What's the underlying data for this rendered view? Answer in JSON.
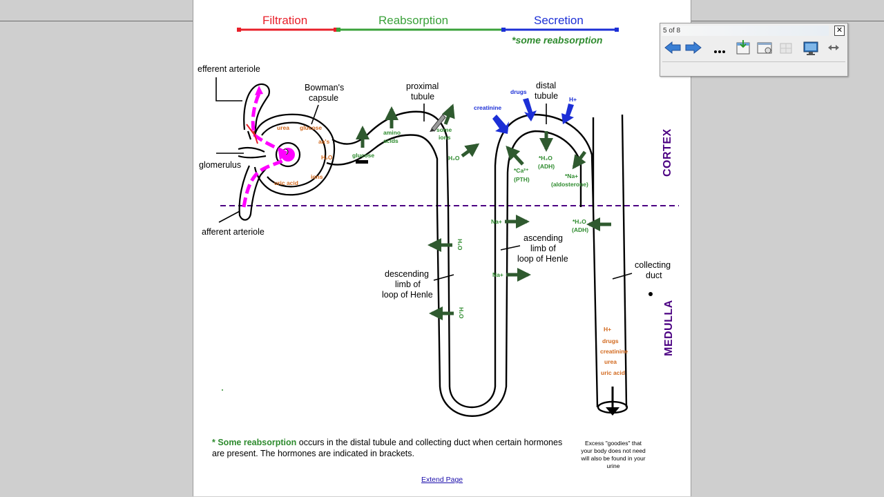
{
  "header": {
    "filtration": "Filtration",
    "reabsorption": "Reabsorption",
    "secretion": "Secretion",
    "some_reabsorption": "*some reabsorption"
  },
  "labels": {
    "efferent_arteriole": "efferent arteriole",
    "bowmans_capsule_1": "Bowman's",
    "bowmans_capsule_2": "capsule",
    "glomerulus": "glomerulus",
    "afferent_arteriole": "afferent arteriole",
    "proximal_1": "proximal",
    "proximal_2": "tubule",
    "distal_1": "distal",
    "distal_2": "tubule",
    "descending_1": "descending",
    "descending_2": "limb of",
    "descending_3": "loop of Henle",
    "ascending_1": "ascending",
    "ascending_2": "limb of",
    "ascending_3": "loop of Henle",
    "collecting_1": "collecting",
    "collecting_2": "duct",
    "cortex": "CORTEX",
    "medulla": "MEDULLA"
  },
  "filtrate": {
    "urea": "urea",
    "glucose": "glucose",
    "aas": "aa's",
    "h2o": "H₂O",
    "ions": "ions",
    "uric_acid": "uric acid"
  },
  "reabsorbed": {
    "glucose": "glucose",
    "amino_1": "amino",
    "amino_2": "acids",
    "some_1": "some",
    "some_2": "ions",
    "h2o_prox": "H₂O",
    "ca_1": "*Ca²⁺",
    "ca_2": "(PTH)",
    "h2o_adh_1": "*H₂O",
    "h2o_adh_2": "(ADH)",
    "na_1": "*Na+",
    "na_2": "(aldosterone)",
    "na_up": "Na+",
    "na_low": "Na+",
    "h2o_cd_1": "*H₂O",
    "h2o_cd_2": "(ADH)",
    "h2o_desc_1": "H₂O",
    "h2o_desc_2": "H₂O"
  },
  "secreted": {
    "creatinine": "creatinine",
    "drugs": "drugs",
    "h_plus": "H+"
  },
  "urine": {
    "h_plus": "H+",
    "drugs": "drugs",
    "creatinine": "creatinine",
    "urea": "urea",
    "uric_acid": "uric acid"
  },
  "footnote": {
    "star": "* ",
    "highlight": "Some reabsorption",
    "rest": " occurs in the distal tubule and collecting duct when certain hormones are present. The hormones are indicated in brackets."
  },
  "excess_note": "Excess \"goodies\" that your body does not need will also be found in your urine",
  "extend_link": "Extend Page",
  "toolbar": {
    "page_info": "5 of 8",
    "close": "✕"
  },
  "colors": {
    "filtration": "#e8202a",
    "reabsorption": "#3aa13a",
    "secretion": "#1c2fd6",
    "zone_text": "#4b0082",
    "arrow_green": "#2f5a2f",
    "arrow_blue": "#1c2fd6",
    "blood_path": "#ff00ff",
    "filtrate_text": "#d2691e"
  }
}
